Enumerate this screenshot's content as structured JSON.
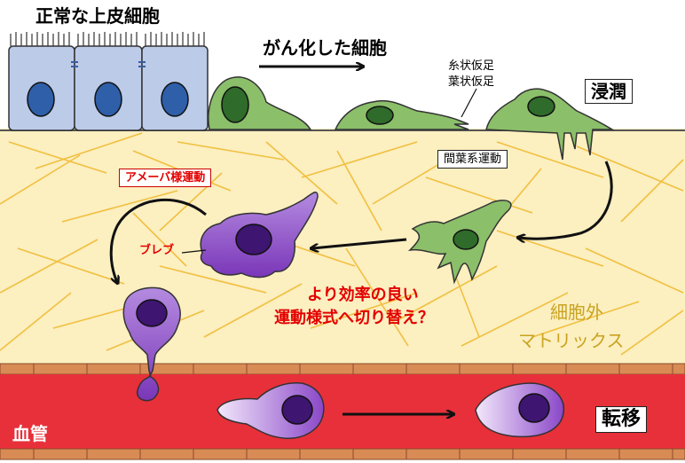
{
  "labels": {
    "normal_epithelium": "正常な上皮細胞",
    "cancer_cell": "がん化した細胞",
    "filopodia": "糸状仮足",
    "lamellipodia": "葉状仮足",
    "invasion": "浸潤",
    "mesenchymal_motility": "間葉系運動",
    "amoeboid_motility": "アメーバ様運動",
    "bleb": "ブレブ",
    "switch_line1": "より効率の良い",
    "switch_line2": "運動様式へ切り替え？",
    "ecm_line1": "細胞外",
    "ecm_line2": "マトリックス",
    "blood_vessel": "血管",
    "metastasis": "転移"
  },
  "colors": {
    "matrix_bg": "#fcefc0",
    "fiber": "#f0c040",
    "vessel": "#e8303a",
    "brick": "#d98b55",
    "epithelial_cell": "#bccbe8",
    "green_cell": "#8bbf6a",
    "purple_cell": "#9a5ad0",
    "nucleus_green": "#2f6b2a",
    "nucleus_purple": "#3e1570",
    "nucleus_blue": "#2e5fa8"
  },
  "icons": [
    "arrow-right-icon",
    "curved-arrow-icon",
    "arrow-left-icon"
  ]
}
